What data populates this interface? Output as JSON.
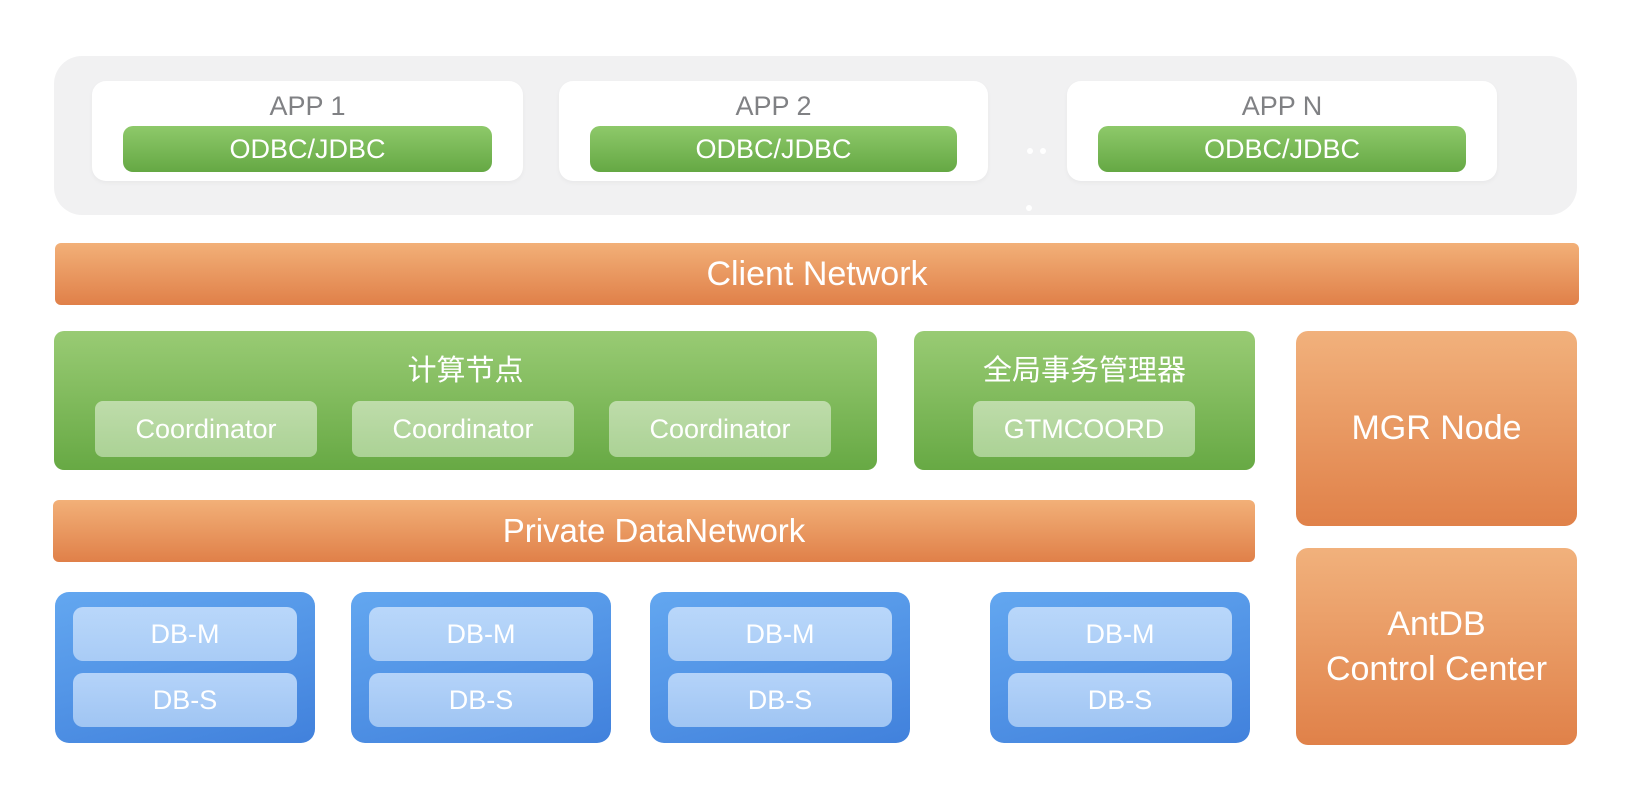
{
  "palette": {
    "panel_gray": "#f1f1f2",
    "green_gradient_top": "#99cb74",
    "green_gradient_bottom": "#67a944",
    "green_subnode": "#b5d79e",
    "orange_gradient_top": "#f2b078",
    "orange_gradient_bottom": "#e08049",
    "blue_gradient_top": "#63a7f0",
    "blue_gradient_bottom": "#4181dc",
    "blue_subnode": "#aed0f7",
    "app_label_gray": "#808184",
    "text_white": "#ffffff"
  },
  "app_layer": {
    "apps": [
      {
        "label": "APP 1",
        "connector": "ODBC/JDBC"
      },
      {
        "label": "APP 2",
        "connector": "ODBC/JDBC"
      },
      {
        "label": "APP N",
        "connector": "ODBC/JDBC"
      }
    ],
    "ellipsis": "..."
  },
  "client_network": {
    "label": "Client Network"
  },
  "compute_nodes": {
    "title": "计算节点",
    "nodes": [
      {
        "label": "Coordinator"
      },
      {
        "label": "Coordinator"
      },
      {
        "label": "Coordinator"
      }
    ]
  },
  "gtm": {
    "title": "全局事务管理器",
    "node": {
      "label": "GTMCOORD"
    }
  },
  "mgr_node": {
    "label": "MGR Node"
  },
  "private_network": {
    "label": "Private DataNetwork"
  },
  "data_nodes": [
    {
      "master": "DB-M",
      "standby": "DB-S"
    },
    {
      "master": "DB-M",
      "standby": "DB-S"
    },
    {
      "master": "DB-M",
      "standby": "DB-S"
    },
    {
      "master": "DB-M",
      "standby": "DB-S"
    }
  ],
  "control_center": {
    "line1": "AntDB",
    "line2": "Control Center"
  }
}
